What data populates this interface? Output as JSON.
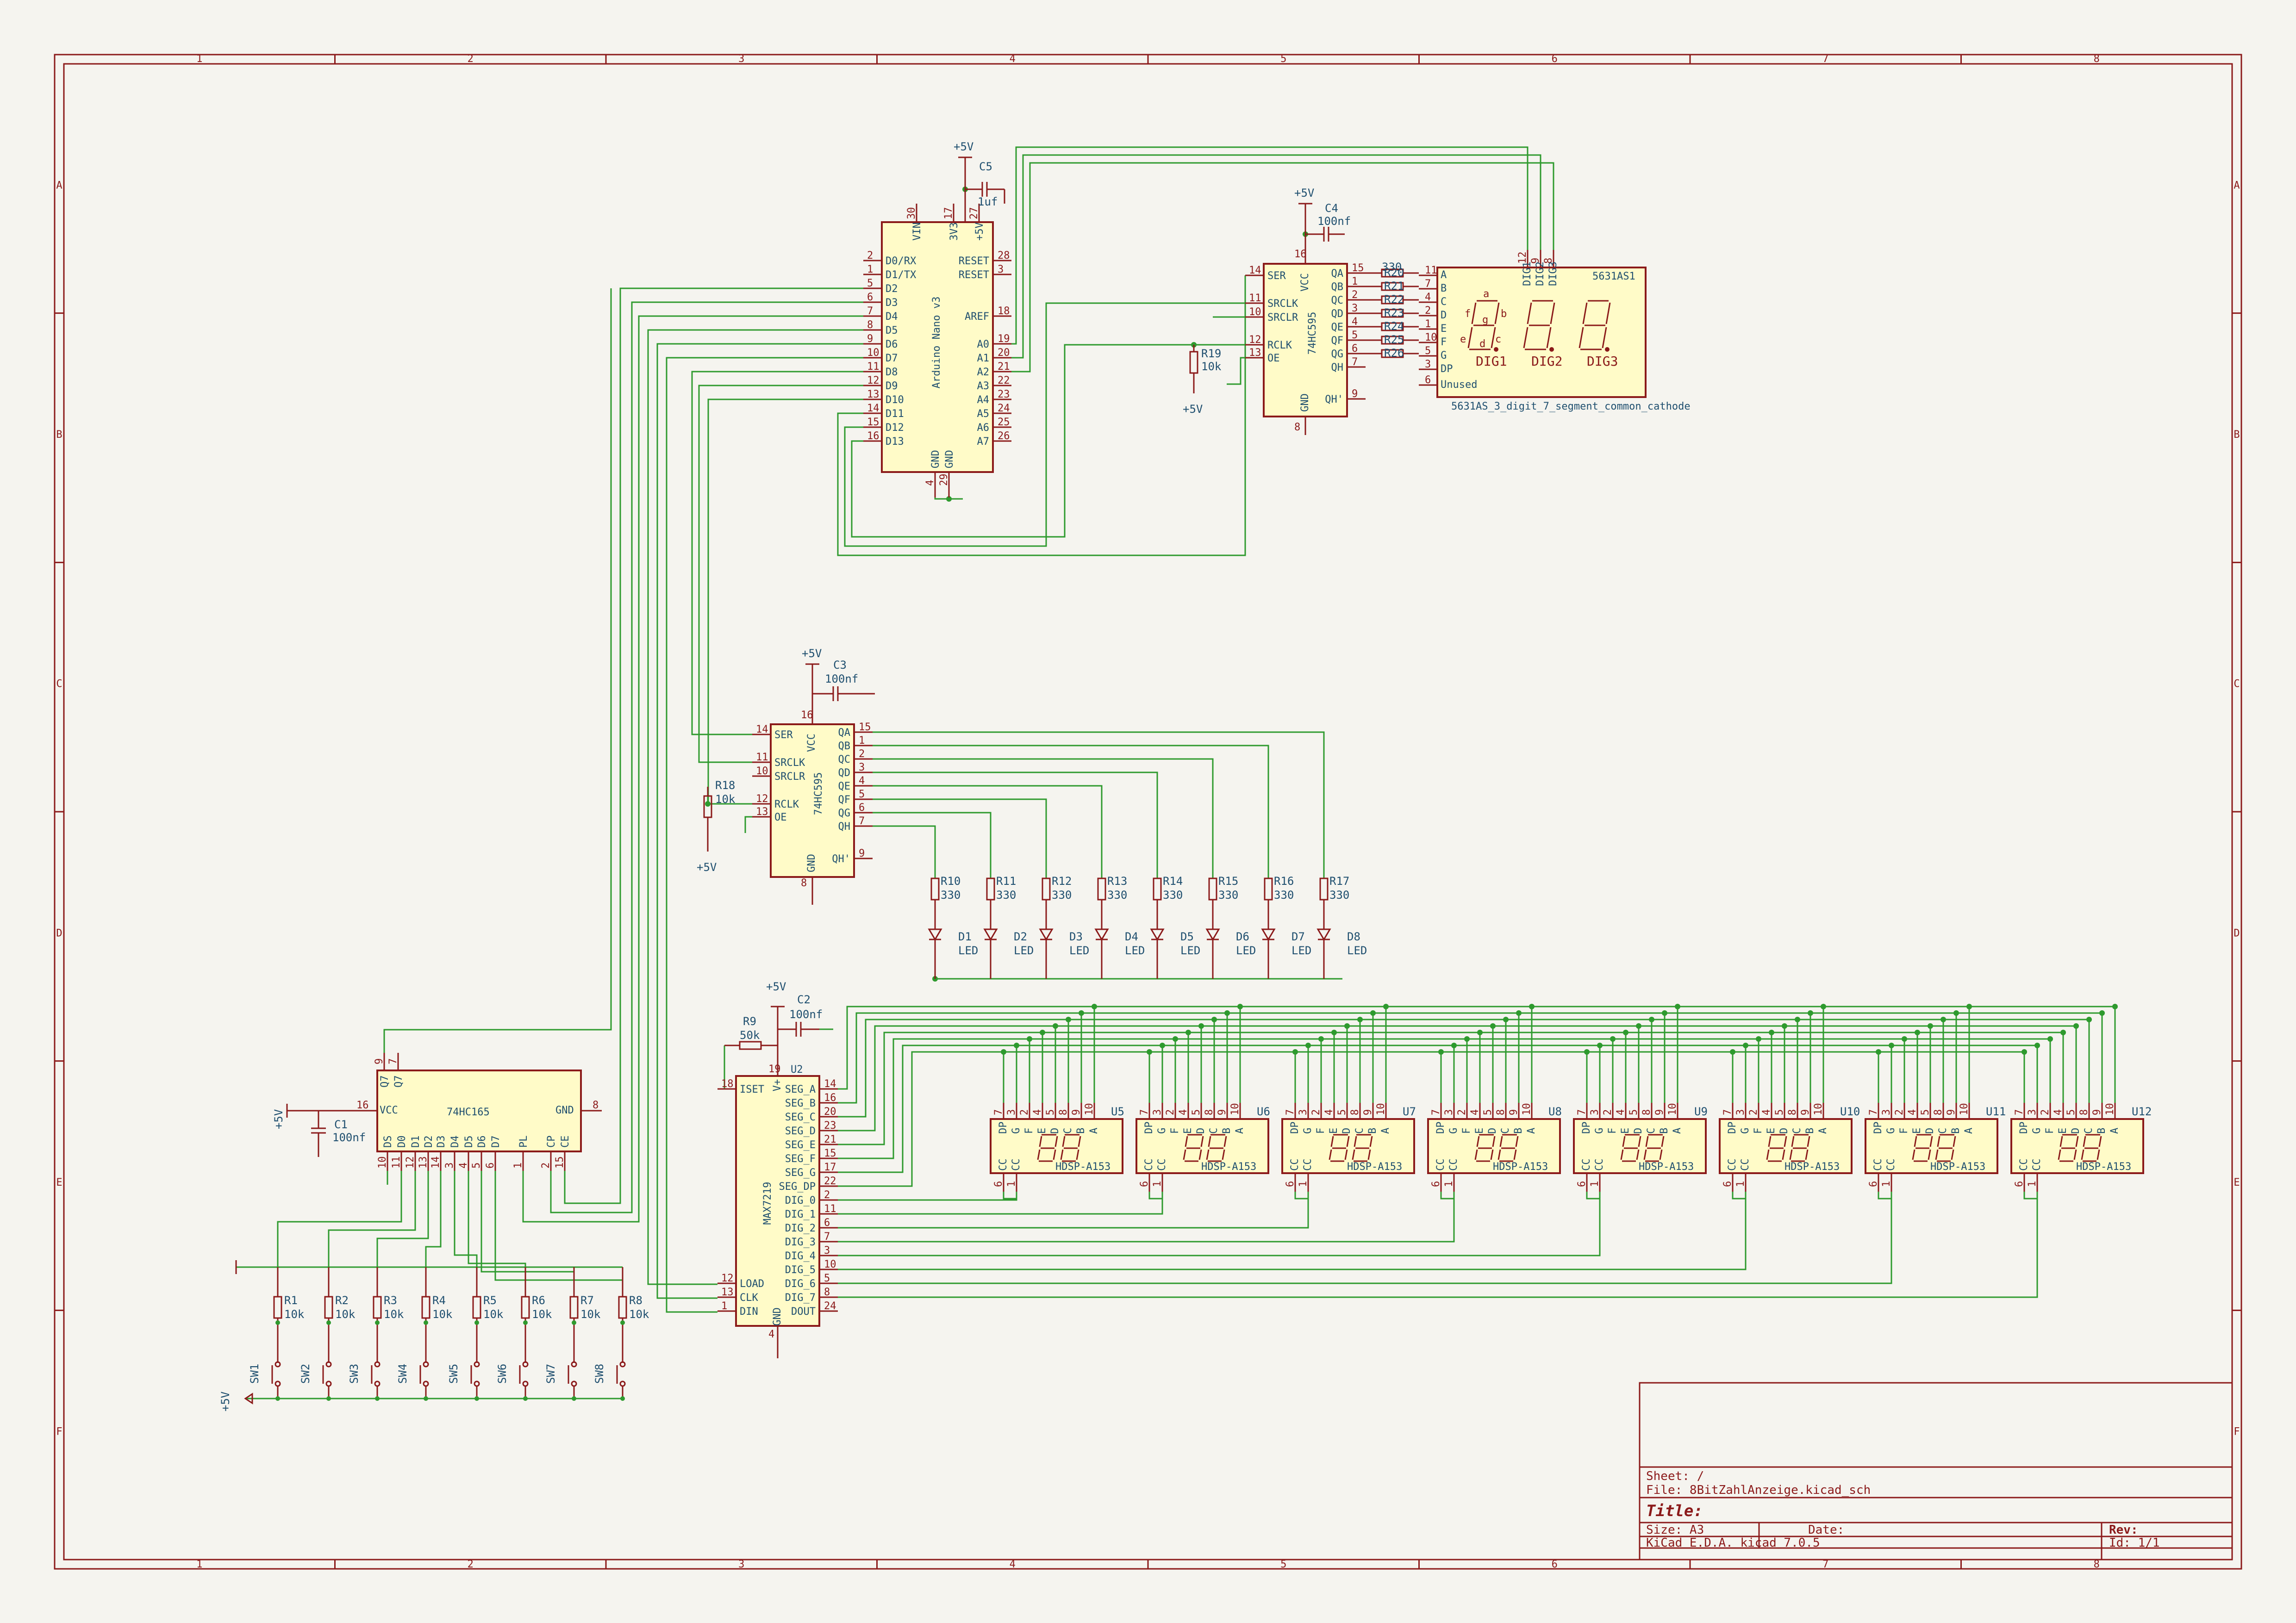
{
  "frame": {
    "columns": [
      "1",
      "2",
      "3",
      "4",
      "5",
      "6",
      "7",
      "8"
    ],
    "rows": [
      "A",
      "B",
      "C",
      "D",
      "E",
      "F"
    ]
  },
  "title_block": {
    "sheet_label": "Sheet: /",
    "file_label": "File: 8BitZahlAnzeige.kicad_sch",
    "title_label": "Title:",
    "size_label": "Size: A3",
    "date_label": "Date:",
    "rev_label": "Rev:",
    "tool_label": "KiCad E.D.A.  kicad 7.0.5",
    "id_label": "Id: 1/1"
  },
  "power": {
    "vcc": "+5V"
  },
  "arduino": {
    "name": "Arduino Nano v3",
    "left_pins": [
      {
        "num": "2",
        "name": "D0/RX"
      },
      {
        "num": "1",
        "name": "D1/TX"
      },
      {
        "num": "5",
        "name": "D2"
      },
      {
        "num": "6",
        "name": "D3"
      },
      {
        "num": "7",
        "name": "D4"
      },
      {
        "num": "8",
        "name": "D5"
      },
      {
        "num": "9",
        "name": "D6"
      },
      {
        "num": "10",
        "name": "D7"
      },
      {
        "num": "11",
        "name": "D8"
      },
      {
        "num": "12",
        "name": "D9"
      },
      {
        "num": "13",
        "name": "D10"
      },
      {
        "num": "14",
        "name": "D11"
      },
      {
        "num": "15",
        "name": "D12"
      },
      {
        "num": "16",
        "name": "D13"
      }
    ],
    "right_pins": [
      {
        "num": "28",
        "name": "RESET"
      },
      {
        "num": "3",
        "name": "RESET"
      },
      {
        "num": "18",
        "name": "AREF"
      },
      {
        "num": "19",
        "name": "A0"
      },
      {
        "num": "20",
        "name": "A1"
      },
      {
        "num": "21",
        "name": "A2"
      },
      {
        "num": "22",
        "name": "A3"
      },
      {
        "num": "23",
        "name": "A4"
      },
      {
        "num": "24",
        "name": "A5"
      },
      {
        "num": "25",
        "name": "A6"
      },
      {
        "num": "26",
        "name": "A7"
      }
    ],
    "top_pins": [
      "VIN",
      "3V3",
      "+5V"
    ],
    "top_nums": [
      "30",
      "17",
      "27"
    ],
    "bottom_pins": [
      "GND",
      "GND"
    ],
    "bottom_nums": [
      "4",
      "29"
    ]
  },
  "c5": {
    "ref": "C5",
    "value": "1uf"
  },
  "c4": {
    "ref": "C4",
    "value": "100nf"
  },
  "c3": {
    "ref": "C3",
    "value": "100nf"
  },
  "c2": {
    "ref": "C2",
    "value": "100nf"
  },
  "c1": {
    "ref": "C1",
    "value": "100nf"
  },
  "sr_top": {
    "name": "74HC595",
    "left_pins": [
      {
        "num": "14",
        "name": "SER"
      },
      {
        "num": "11",
        "name": "SRCLK"
      },
      {
        "num": "10",
        "name": "SRCLR"
      },
      {
        "num": "12",
        "name": "RCLK"
      },
      {
        "num": "13",
        "name": "OE"
      }
    ],
    "right_pins": [
      {
        "num": "15",
        "name": "QA"
      },
      {
        "num": "1",
        "name": "QB"
      },
      {
        "num": "2",
        "name": "QC"
      },
      {
        "num": "3",
        "name": "QD"
      },
      {
        "num": "4",
        "name": "QE"
      },
      {
        "num": "5",
        "name": "QF"
      },
      {
        "num": "6",
        "name": "QG"
      },
      {
        "num": "7",
        "name": "QH"
      },
      {
        "num": "9",
        "name": "QH'"
      }
    ],
    "vcc_pin": "16",
    "gnd_pin": "8",
    "vcc": "VCC",
    "gnd": "GND"
  },
  "r19": {
    "ref": "R19",
    "value": "10k"
  },
  "seg_resistors": {
    "label": "330",
    "parts": [
      "R20",
      "R21",
      "R22",
      "R23",
      "R24",
      "R25",
      "R26"
    ]
  },
  "disp": {
    "ref": "5631AS1",
    "footprint": "5631AS_3_digit_7_segment_common_cathode",
    "pins": [
      {
        "num": "11",
        "name": "A"
      },
      {
        "num": "7",
        "name": "B"
      },
      {
        "num": "4",
        "name": "C"
      },
      {
        "num": "2",
        "name": "D"
      },
      {
        "num": "1",
        "name": "E"
      },
      {
        "num": "10",
        "name": "F"
      },
      {
        "num": "5",
        "name": "G"
      },
      {
        "num": "3",
        "name": "DP"
      },
      {
        "num": "6",
        "name": "Unused"
      }
    ],
    "top_pins": [
      {
        "num": "12",
        "name": "DIG1"
      },
      {
        "num": "9",
        "name": "DIG2"
      },
      {
        "num": "8",
        "name": "DIG3"
      }
    ],
    "digits": [
      "DIG1",
      "DIG2",
      "DIG3"
    ],
    "seg_letters": [
      "a",
      "b",
      "c",
      "d",
      "e",
      "f",
      "g"
    ]
  },
  "sr_led": {
    "name": "74HC595",
    "left_pins": [
      {
        "num": "14",
        "name": "SER"
      },
      {
        "num": "11",
        "name": "SRCLK"
      },
      {
        "num": "10",
        "name": "SRCLR"
      },
      {
        "num": "12",
        "name": "RCLK"
      },
      {
        "num": "13",
        "name": "OE"
      }
    ],
    "right_pins": [
      {
        "num": "15",
        "name": "QA"
      },
      {
        "num": "1",
        "name": "QB"
      },
      {
        "num": "2",
        "name": "QC"
      },
      {
        "num": "3",
        "name": "QD"
      },
      {
        "num": "4",
        "name": "QE"
      },
      {
        "num": "5",
        "name": "QF"
      },
      {
        "num": "6",
        "name": "QG"
      },
      {
        "num": "7",
        "name": "QH"
      },
      {
        "num": "9",
        "name": "QH'"
      }
    ],
    "vcc_pin": "16",
    "gnd_pin": "8",
    "vcc": "VCC",
    "gnd": "GND"
  },
  "r18": {
    "ref": "R18",
    "value": "10k"
  },
  "led_resistors": [
    {
      "ref": "R10",
      "value": "330"
    },
    {
      "ref": "R11",
      "value": "330"
    },
    {
      "ref": "R12",
      "value": "330"
    },
    {
      "ref": "R13",
      "value": "330"
    },
    {
      "ref": "R14",
      "value": "330"
    },
    {
      "ref": "R15",
      "value": "330"
    },
    {
      "ref": "R16",
      "value": "330"
    },
    {
      "ref": "R17",
      "value": "330"
    }
  ],
  "leds": [
    {
      "ref": "D1",
      "value": "LED"
    },
    {
      "ref": "D2",
      "value": "LED"
    },
    {
      "ref": "D3",
      "value": "LED"
    },
    {
      "ref": "D4",
      "value": "LED"
    },
    {
      "ref": "D5",
      "value": "LED"
    },
    {
      "ref": "D6",
      "value": "LED"
    },
    {
      "ref": "D7",
      "value": "LED"
    },
    {
      "ref": "D8",
      "value": "LED"
    }
  ],
  "r9": {
    "ref": "R9",
    "value": "50k"
  },
  "max": {
    "ref": "U2",
    "name": "MAX7219",
    "left_pins": [
      {
        "num": "18",
        "name": "ISET"
      },
      {
        "num": "12",
        "name": "LOAD"
      },
      {
        "num": "13",
        "name": "CLK"
      },
      {
        "num": "1",
        "name": "DIN"
      }
    ],
    "right_pins": [
      {
        "num": "14",
        "name": "SEG_A"
      },
      {
        "num": "16",
        "name": "SEG_B"
      },
      {
        "num": "20",
        "name": "SEG_C"
      },
      {
        "num": "23",
        "name": "SEG_D"
      },
      {
        "num": "21",
        "name": "SEG_E"
      },
      {
        "num": "15",
        "name": "SEG_F"
      },
      {
        "num": "17",
        "name": "SEG_G"
      },
      {
        "num": "22",
        "name": "SEG_DP"
      },
      {
        "num": "2",
        "name": "DIG_0"
      },
      {
        "num": "11",
        "name": "DIG_1"
      },
      {
        "num": "6",
        "name": "DIG_2"
      },
      {
        "num": "7",
        "name": "DIG_3"
      },
      {
        "num": "3",
        "name": "DIG_4"
      },
      {
        "num": "10",
        "name": "DIG_5"
      },
      {
        "num": "5",
        "name": "DIG_6"
      },
      {
        "num": "8",
        "name": "DIG_7"
      },
      {
        "num": "24",
        "name": "DOUT"
      }
    ],
    "vplus": "V+",
    "vplus_pin": "19",
    "gnd": "GND",
    "gnd_pin": "4"
  },
  "hdsp": {
    "value": "HDSP-A153",
    "refs": [
      "U5",
      "U6",
      "U7",
      "U8",
      "U9",
      "U10",
      "U11",
      "U12"
    ],
    "top_pins": [
      {
        "num": "7",
        "name": "DP"
      },
      {
        "num": "3",
        "name": "G"
      },
      {
        "num": "2",
        "name": "F"
      },
      {
        "num": "4",
        "name": "E"
      },
      {
        "num": "5",
        "name": "D"
      },
      {
        "num": "8",
        "name": "C"
      },
      {
        "num": "9",
        "name": "B"
      },
      {
        "num": "10",
        "name": "A"
      }
    ],
    "bottom_pins": [
      {
        "num": "6",
        "name": "CC"
      },
      {
        "num": "1",
        "name": "CC"
      }
    ]
  },
  "sr_in": {
    "name": "74HC165",
    "vcc": "VCC",
    "vcc_pin": "16",
    "gnd": "GND",
    "gnd_pin": "8",
    "top_pins": [
      {
        "num": "9",
        "name": "Q7"
      },
      {
        "num": "7",
        "name": "Q7"
      }
    ],
    "bottom_pins": [
      {
        "num": "10",
        "name": "DS"
      },
      {
        "num": "11",
        "name": "D0"
      },
      {
        "num": "12",
        "name": "D1"
      },
      {
        "num": "13",
        "name": "D2"
      },
      {
        "num": "14",
        "name": "D3"
      },
      {
        "num": "3",
        "name": "D4"
      },
      {
        "num": "4",
        "name": "D5"
      },
      {
        "num": "5",
        "name": "D6"
      },
      {
        "num": "6",
        "name": "D7"
      },
      {
        "num": "1",
        "name": "PL"
      },
      {
        "num": "2",
        "name": "CP"
      },
      {
        "num": "15",
        "name": "CE"
      }
    ]
  },
  "pull_resistors": [
    {
      "ref": "R1",
      "value": "10k"
    },
    {
      "ref": "R2",
      "value": "10k"
    },
    {
      "ref": "R3",
      "value": "10k"
    },
    {
      "ref": "R4",
      "value": "10k"
    },
    {
      "ref": "R5",
      "value": "10k"
    },
    {
      "ref": "R6",
      "value": "10k"
    },
    {
      "ref": "R7",
      "value": "10k"
    },
    {
      "ref": "R8",
      "value": "10k"
    }
  ],
  "switches": [
    "SW1",
    "SW2",
    "SW3",
    "SW4",
    "SW5",
    "SW6",
    "SW7",
    "SW8"
  ]
}
